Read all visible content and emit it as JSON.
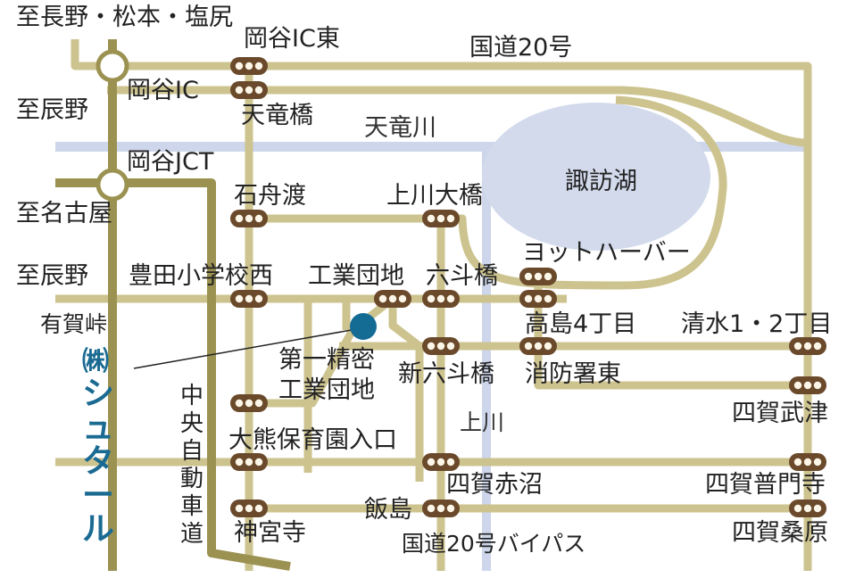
{
  "colors": {
    "road": "#cdc38e",
    "expressway": "#9b9252",
    "river": "#cdd6ea",
    "lake": "#d2daec",
    "signal_fill": "#6b4a2c",
    "signal_light": "#fbf6e8",
    "company_marker": "#146c94",
    "company_text": "#1a6a92",
    "text": "#222222"
  },
  "directions": {
    "nagano": "至長野・松本・塩尻",
    "tatsuno_top": "至辰野",
    "nagoya": "至名古屋",
    "tatsuno_mid": "至辰野",
    "aruga_pass": "有賀峠"
  },
  "roads": {
    "route20": "国道20号",
    "route20_bypass": "国道20号バイパス",
    "chuo_expressway": "中央自動車道"
  },
  "interchanges": {
    "okaya_ic": "岡谷IC",
    "okaya_jct": "岡谷JCT"
  },
  "water": {
    "lake_suwa": "諏訪湖",
    "tenryu_river": "天竜川",
    "kamikawa_river": "上川"
  },
  "intersections": {
    "okaya_ic_east": "岡谷IC東",
    "tenryu_bridge": "天竜橋",
    "ishifunado": "石舟渡",
    "kamikawa_ohashi": "上川大橋",
    "yacht_harbor": "ヨットハーバー",
    "toyoda_elem_west": "豊田小学校西",
    "industrial_park": "工業団地",
    "rokutobashi": "六斗橋",
    "takashima_4": "高島4丁目",
    "shimizu_1_2": "清水1・2丁目",
    "shin_rokutobashi": "新六斗橋",
    "fire_station_east": "消防署東",
    "shiga_takezu": "四賀武津",
    "okuma_nursery": "大熊保育園入口",
    "shiga_akanuma": "四賀赤沼",
    "shiga_fumonji": "四賀普門寺",
    "iijima": "飯島",
    "jinguji": "神宮寺",
    "shiga_kuwabara": "四賀桑原"
  },
  "locations": {
    "daiichi_industrial_park": [
      "第一精密",
      "工業団地"
    ]
  },
  "company": {
    "name": "㈱シュタール"
  }
}
